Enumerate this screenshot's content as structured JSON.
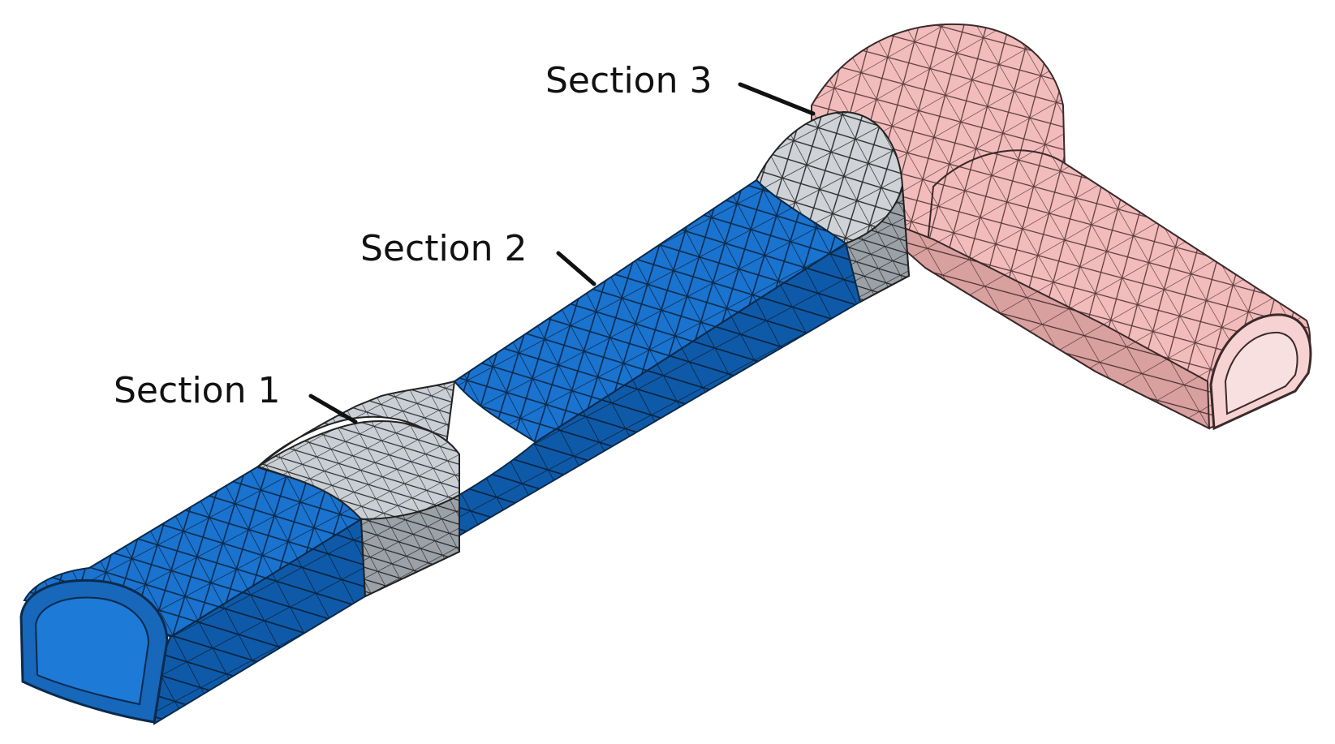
{
  "labels": {
    "section_1": "Section 1",
    "section_2": "Section 2",
    "section_3": "Section 3"
  },
  "colors": {
    "pipe_blue": "#1a73cf",
    "pipe_blue_dark": "#0f4f91",
    "pipe_blue_light": "#3b8fe0",
    "section_grey": "#c9cfd4",
    "section_grey_dark": "#8e959b",
    "junction_pink": "#f0b8b8",
    "junction_pink_dark": "#c98f8f",
    "mesh_edge": "#1b1b1b",
    "leader": "#111111"
  }
}
